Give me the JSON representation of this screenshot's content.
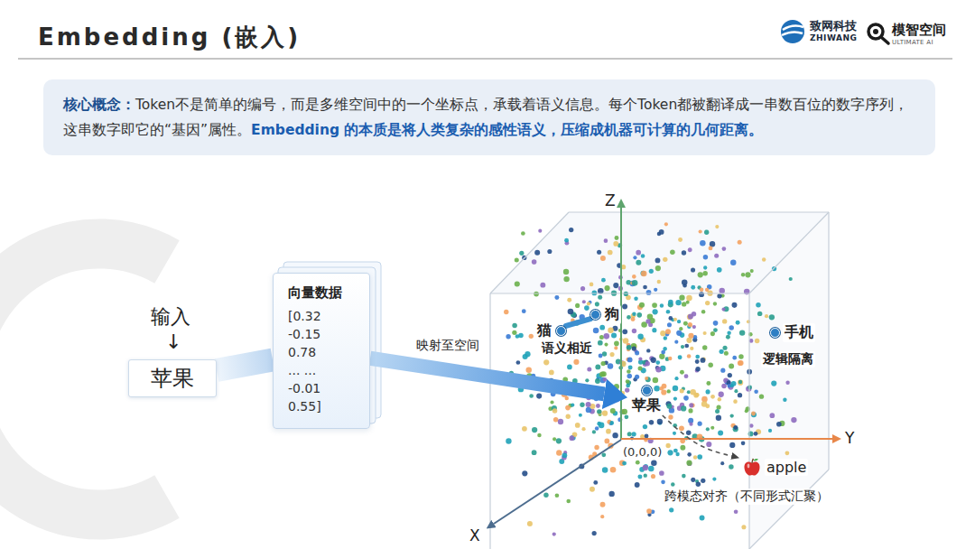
{
  "diagram": {
    "title": "Embedding (嵌入)",
    "nodes": [
      {
        "text": [
          "核心概念：",
          "Token不是简单的编号，而是多维空间中的一个坐标点，承载着语义信息。每个Token都被翻译成一串数百位的数字序列，这串数字即它的“基因”属性。",
          "Embedding 的本质是将人类复杂的感性语义，压缩成机器可计算的几何距离。"
        ]
      },
      {
        "text": [
          "苹果"
        ]
      },
      {
        "text": [
          "向量数据",
          "[0.32 -0.15 0.78 ... ... -0.01 0.55]"
        ]
      },
      {
        "text": [
          "猫"
        ]
      },
      {
        "text": [
          "狗"
        ]
      },
      {
        "text": [
          "手机"
        ]
      },
      {
        "text": [
          "苹果"
        ]
      },
      {
        "text": [
          "apple"
        ]
      }
    ],
    "edges": [
      {
        "from": 1,
        "to": 2,
        "arrow": "none"
      },
      {
        "from": 2,
        "to": 6,
        "arrow": "to",
        "label": "映射至空间"
      },
      {
        "from": 3,
        "to": 4,
        "arrow": "none"
      },
      {
        "from": 6,
        "to": 7,
        "arrow": "to"
      }
    ],
    "labels": [
      "Z",
      "Y",
      "X",
      "(0,0,0)",
      "语义相近",
      "逻辑隔离",
      "跨模态对齐（不同形式汇聚）",
      "输入",
      "↓",
      "致网科技",
      "ZHIWANG",
      "模智空间",
      "ULTIMATE AI"
    ]
  }
}
